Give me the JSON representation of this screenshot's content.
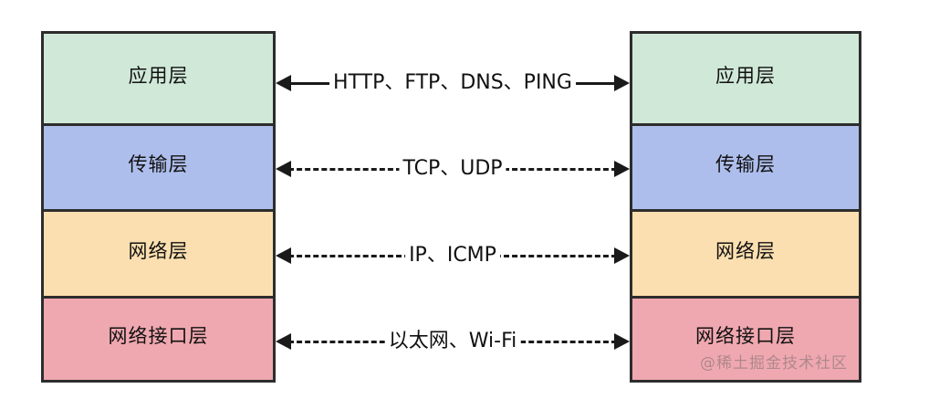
{
  "diagram": {
    "type": "layered-protocol-stack",
    "left_stack": {
      "name": "host-stack-left",
      "layers": [
        {
          "label": "应用层",
          "color": "#d0e8d8"
        },
        {
          "label": "传输层",
          "color": "#aebeec"
        },
        {
          "label": "网络层",
          "color": "#fcdfb0"
        },
        {
          "label": "网络接口层",
          "color": "#f0a8b0"
        }
      ]
    },
    "right_stack": {
      "name": "host-stack-right",
      "layers": [
        {
          "label": "应用层",
          "color": "#d0e8d8"
        },
        {
          "label": "传输层",
          "color": "#aebeec"
        },
        {
          "label": "网络层",
          "color": "#fcdfb0"
        },
        {
          "label": "网络接口层",
          "color": "#f0a8b0"
        }
      ]
    },
    "connectors": [
      {
        "label": "HTTP、FTP、DNS、PING",
        "style": "solid",
        "arrows": "both"
      },
      {
        "label": "TCP、UDP",
        "style": "dashed",
        "arrows": "both"
      },
      {
        "label": "IP、ICMP",
        "style": "dashed",
        "arrows": "both"
      },
      {
        "label": "以太网、Wi-Fi",
        "style": "dashed",
        "arrows": "both"
      }
    ]
  },
  "watermark": {
    "text": "@稀土掘金技术社区"
  }
}
